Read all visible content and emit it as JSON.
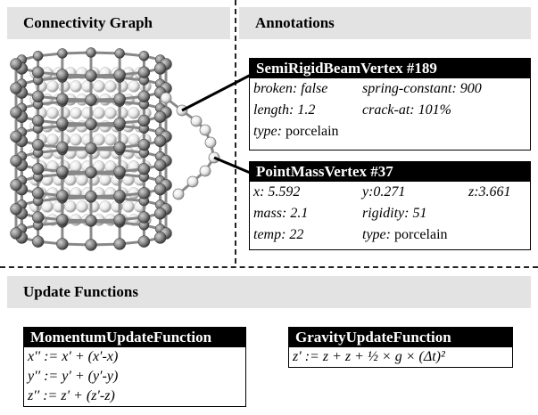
{
  "headers": {
    "connectivity": "Connectivity Graph",
    "annotations": "Annotations",
    "update_functions": "Update Functions"
  },
  "beam_vertex": {
    "title": "SemiRigidBeamVertex #189",
    "broken": "broken: false",
    "spring": "spring-constant: 900",
    "length": "length: 1.2",
    "crack": "crack-at: 101%",
    "type_label": "type:",
    "type_value": " porcelain"
  },
  "point_vertex": {
    "title": "PointMassVertex #37",
    "x": "x: 5.592",
    "y": "y:0.271",
    "z": "z:3.661",
    "mass": "mass: 2.1",
    "rigidity": "rigidity: 51",
    "temp": "temp: 22",
    "type_label": "type:",
    "type_value": " porcelain"
  },
  "momentum": {
    "title": "MomentumUpdateFunction",
    "lines": [
      "x′′ := x′ + (x′-x)",
      "y′′ := y′ + (y′-y)",
      "z′′ := z′ + (z′-z)"
    ]
  },
  "gravity": {
    "title": "GravityUpdateFunction",
    "formula": "z′ := z + z + ½ × g × (Δt)²"
  },
  "colors": {
    "header_bg": "#e3e3e3",
    "title_bg": "#000000",
    "node_light": "#f4f4f4",
    "node_dark": "#5a5a5a"
  }
}
